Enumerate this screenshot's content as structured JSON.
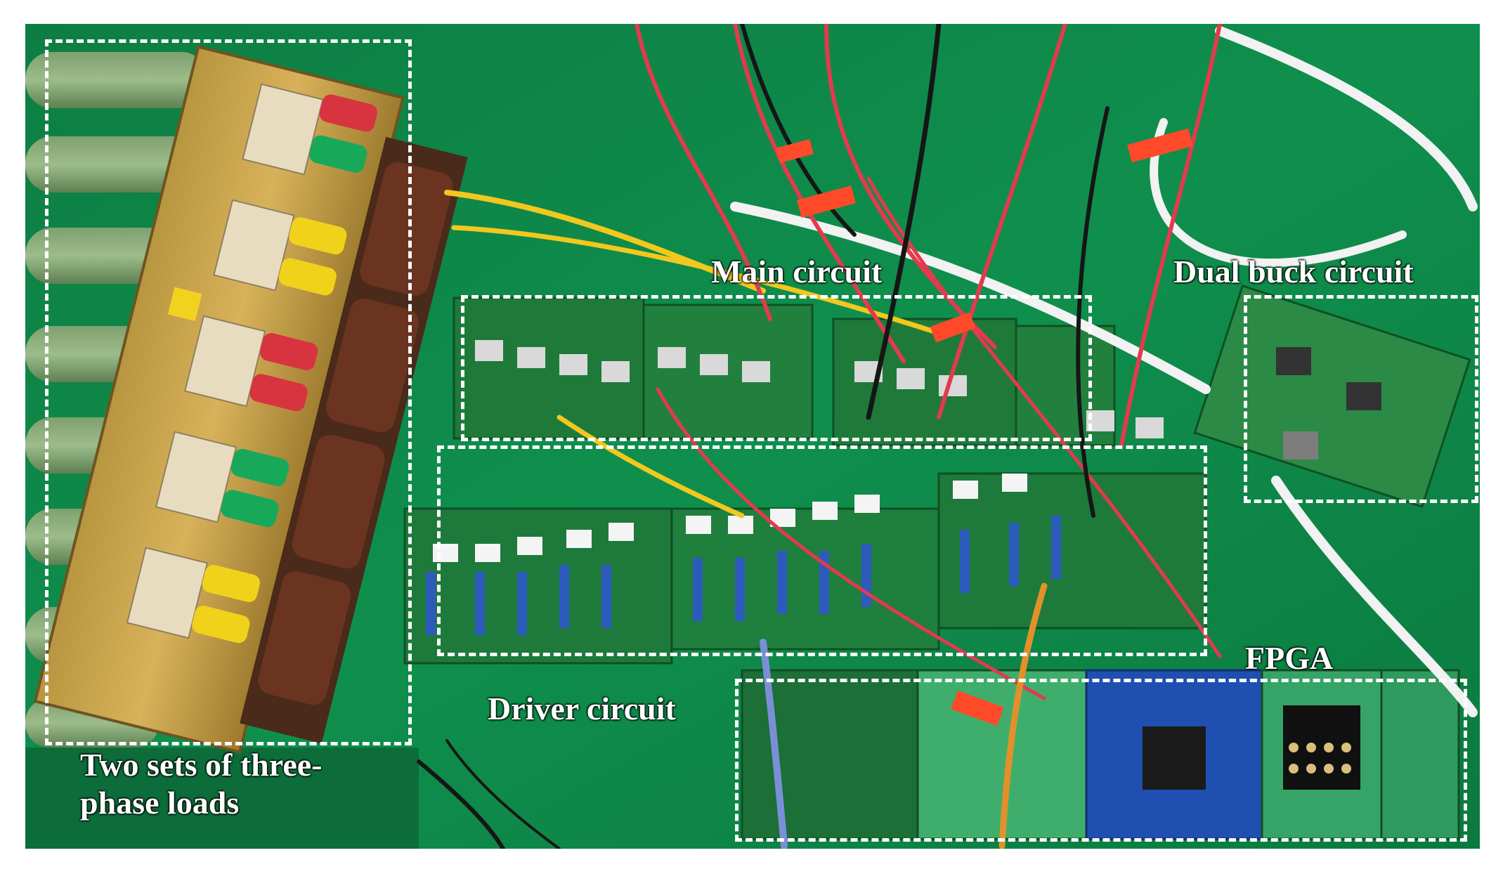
{
  "figure": {
    "image_alt": "Photograph of an experimental test bench with annotated circuit regions",
    "colors": {
      "background": "#0e8a4a",
      "annotation": "#ffffff",
      "pcb": "#1f7a3a",
      "wire_red": "#e23a4e",
      "wire_yellow": "#f2c81e",
      "wire_white": "#f2f2f2",
      "wire_black": "#161616"
    }
  },
  "annotations": [
    {
      "id": "loads",
      "label_lines": [
        "Two sets of three-",
        "phase loads"
      ]
    },
    {
      "id": "main",
      "label": "Main circuit"
    },
    {
      "id": "dual_buck",
      "label": "Dual buck circuit"
    },
    {
      "id": "driver",
      "label": "Driver circuit"
    },
    {
      "id": "fpga",
      "label": "FPGA"
    }
  ]
}
